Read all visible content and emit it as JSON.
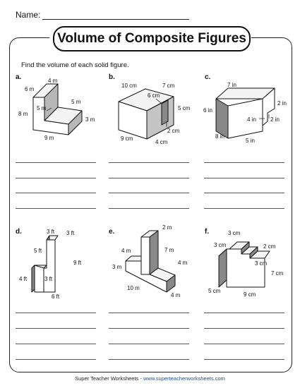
{
  "header": {
    "name_label": "Name:"
  },
  "title": "Volume of Composite Figures",
  "instructions": "Find the volume of each solid figure.",
  "problems": [
    {
      "letter": "a.",
      "dims": [
        "4 m",
        "6 m",
        "5 m",
        "5 m",
        "8 m",
        "3 m",
        "9 m"
      ]
    },
    {
      "letter": "b.",
      "dims": [
        "10 cm",
        "7 cm",
        "6 cm",
        "5 cm",
        "2 cm",
        "9 cm",
        "4 cm"
      ]
    },
    {
      "letter": "c.",
      "dims": [
        "7 in",
        "2 in",
        "6 in",
        "4 in",
        "2 in",
        "8 in",
        "5 in"
      ]
    },
    {
      "letter": "d.",
      "dims": [
        "3 ft",
        "3 ft",
        "5 ft",
        "9 ft",
        "4 ft",
        "3 ft",
        "6 ft"
      ]
    },
    {
      "letter": "e.",
      "dims": [
        "2 m",
        "4 m",
        "7 m",
        "3 m",
        "4 m",
        "10 m",
        "4 m"
      ]
    },
    {
      "letter": "f.",
      "dims": [
        "3 cm",
        "3 cm",
        "2 cm",
        "3 cm",
        "7 cm",
        "5 cm",
        "9 cm"
      ]
    }
  ],
  "footer": {
    "text": "Super Teacher Worksheets - ",
    "url": "www.superteacherworksheets.com"
  }
}
